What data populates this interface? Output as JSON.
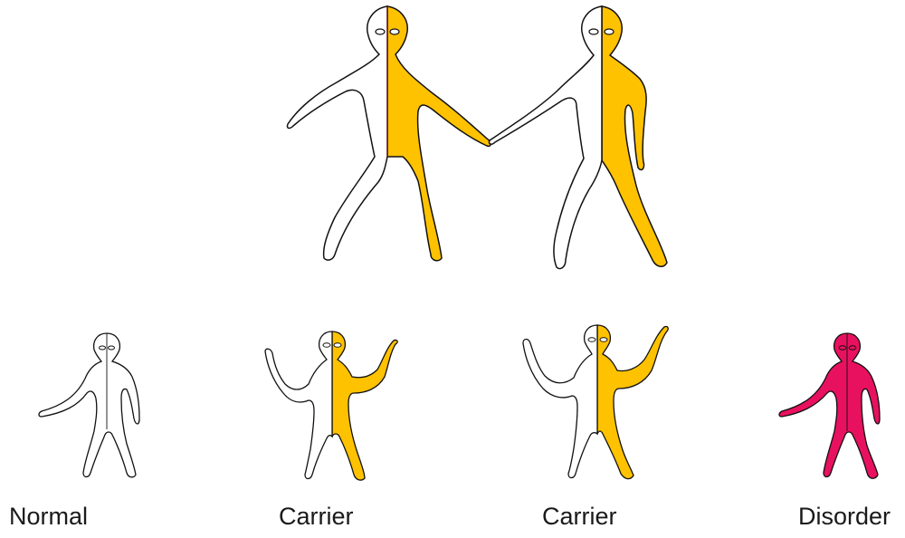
{
  "labels": {
    "normal": "Normal",
    "carrier_1": "Carrier",
    "carrier_2": "Carrier",
    "disorder": "Disorder"
  },
  "colors": {
    "carrier_yellow": "#FFC200",
    "disorder_pink": "#E8115F",
    "outline": "#111111",
    "background": "#FFFFFF"
  },
  "figures": {
    "parents": [
      {
        "role": "carrier",
        "shaded_half": "right"
      },
      {
        "role": "carrier",
        "shaded_half": "right"
      }
    ],
    "children": [
      {
        "role": "normal",
        "shaded_half": "none"
      },
      {
        "role": "carrier",
        "shaded_half": "right"
      },
      {
        "role": "carrier",
        "shaded_half": "right"
      },
      {
        "role": "disorder",
        "shaded_half": "both"
      }
    ]
  }
}
